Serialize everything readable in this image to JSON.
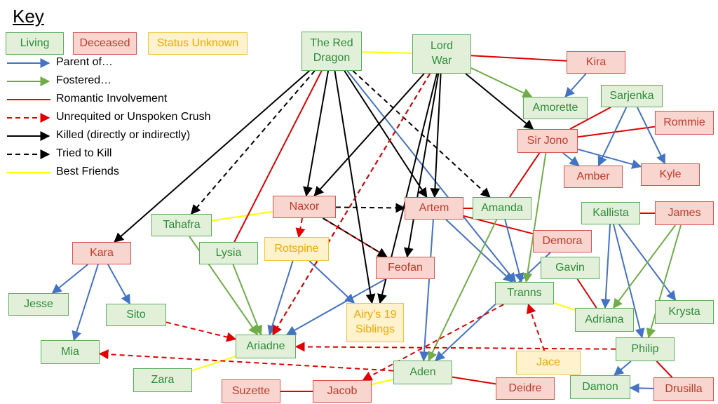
{
  "key": {
    "title": "Key",
    "status": {
      "living": "Living",
      "deceased": "Deceased",
      "unknown": "Status Unknown"
    },
    "legend": [
      {
        "id": "parent",
        "label": "Parent of…",
        "color": "#4472c4",
        "dashed": false,
        "arrow": true
      },
      {
        "id": "foster",
        "label": "Fostered…",
        "color": "#70ad47",
        "dashed": false,
        "arrow": true
      },
      {
        "id": "romance",
        "label": "Romantic Involvement",
        "color": "#e00000",
        "dashed": false,
        "arrow": false
      },
      {
        "id": "crush",
        "label": "Unrequited or Unspoken Crush",
        "color": "#e00000",
        "dashed": true,
        "arrow": true
      },
      {
        "id": "killed",
        "label": "Killed (directly or indirectly)",
        "color": "#000000",
        "dashed": false,
        "arrow": true
      },
      {
        "id": "tried",
        "label": "Tried to Kill",
        "color": "#000000",
        "dashed": true,
        "arrow": true
      },
      {
        "id": "friends",
        "label": "Best Friends",
        "color": "#ffff00",
        "dashed": false,
        "arrow": false
      }
    ]
  },
  "nodes": {
    "reddragon": {
      "lines": [
        "The Red",
        "Dragon"
      ],
      "status": "living"
    },
    "lordwar": {
      "lines": [
        "Lord",
        "War"
      ],
      "status": "living"
    },
    "kira": {
      "lines": [
        "Kira"
      ],
      "status": "deceased"
    },
    "amorette": {
      "lines": [
        "Amorette"
      ],
      "status": "living"
    },
    "sarjenka": {
      "lines": [
        "Sarjenka"
      ],
      "status": "living"
    },
    "rommie": {
      "lines": [
        "Rommie"
      ],
      "status": "deceased"
    },
    "sirjono": {
      "lines": [
        "Sir Jono"
      ],
      "status": "deceased"
    },
    "amber": {
      "lines": [
        "Amber"
      ],
      "status": "deceased"
    },
    "kyle": {
      "lines": [
        "Kyle"
      ],
      "status": "deceased"
    },
    "naxor": {
      "lines": [
        "Naxor"
      ],
      "status": "deceased"
    },
    "artem": {
      "lines": [
        "Artem"
      ],
      "status": "deceased"
    },
    "amanda": {
      "lines": [
        "Amanda"
      ],
      "status": "living"
    },
    "tahafra": {
      "lines": [
        "Tahafra"
      ],
      "status": "living"
    },
    "kallista": {
      "lines": [
        "Kallista"
      ],
      "status": "living"
    },
    "james": {
      "lines": [
        "James"
      ],
      "status": "deceased"
    },
    "kara": {
      "lines": [
        "Kara"
      ],
      "status": "deceased"
    },
    "lysia": {
      "lines": [
        "Lysia"
      ],
      "status": "living"
    },
    "rotspine": {
      "lines": [
        "Rotspine"
      ],
      "status": "unknown"
    },
    "demora": {
      "lines": [
        "Demora"
      ],
      "status": "deceased"
    },
    "feofan": {
      "lines": [
        "Feofan"
      ],
      "status": "deceased"
    },
    "gavin": {
      "lines": [
        "Gavin"
      ],
      "status": "living"
    },
    "tranns": {
      "lines": [
        "Tranns"
      ],
      "status": "living"
    },
    "jesse": {
      "lines": [
        "Jesse"
      ],
      "status": "living"
    },
    "sito": {
      "lines": [
        "Sito"
      ],
      "status": "living"
    },
    "airy": {
      "lines": [
        "Airy’s 19",
        "Siblings"
      ],
      "status": "unknown"
    },
    "adriana": {
      "lines": [
        "Adriana"
      ],
      "status": "living"
    },
    "krysta": {
      "lines": [
        "Krysta"
      ],
      "status": "living"
    },
    "mia": {
      "lines": [
        "Mia"
      ],
      "status": "living"
    },
    "ariadne": {
      "lines": [
        "Ariadne"
      ],
      "status": "living"
    },
    "philip": {
      "lines": [
        "Philip"
      ],
      "status": "living"
    },
    "jace": {
      "lines": [
        "Jace"
      ],
      "status": "unknown"
    },
    "zara": {
      "lines": [
        "Zara"
      ],
      "status": "living"
    },
    "aden": {
      "lines": [
        "Aden"
      ],
      "status": "living"
    },
    "damon": {
      "lines": [
        "Damon"
      ],
      "status": "living"
    },
    "suzette": {
      "lines": [
        "Suzette"
      ],
      "status": "deceased"
    },
    "jacob": {
      "lines": [
        "Jacob"
      ],
      "status": "deceased"
    },
    "deidre": {
      "lines": [
        "Deidre"
      ],
      "status": "deceased"
    },
    "drusilla": {
      "lines": [
        "Drusilla"
      ],
      "status": "deceased"
    }
  },
  "edges": [
    {
      "from": "reddragon",
      "to": "lordwar",
      "type": "friends"
    },
    {
      "from": "tahafra",
      "to": "naxor",
      "type": "friends"
    },
    {
      "from": "tranns",
      "to": "adriana",
      "type": "friends"
    },
    {
      "from": "zara",
      "to": "ariadne",
      "type": "friends"
    },
    {
      "from": "jacob",
      "to": "aden",
      "type": "friends"
    },
    {
      "from": "lordwar",
      "to": "kira",
      "type": "romance"
    },
    {
      "from": "sirjono",
      "to": "sarjenka",
      "type": "romance"
    },
    {
      "from": "sirjono",
      "to": "rommie",
      "type": "romance"
    },
    {
      "from": "sirjono",
      "to": "amanda",
      "type": "romance"
    },
    {
      "from": "naxor",
      "to": "feofan",
      "type": "romance"
    },
    {
      "from": "reddragon",
      "to": "lysia",
      "type": "romance"
    },
    {
      "from": "artem",
      "to": "amanda",
      "type": "romance"
    },
    {
      "from": "artem",
      "to": "demora",
      "type": "romance"
    },
    {
      "from": "kallista",
      "to": "james",
      "type": "romance"
    },
    {
      "from": "gavin",
      "to": "adriana",
      "type": "romance"
    },
    {
      "from": "suzette",
      "to": "jacob",
      "type": "romance"
    },
    {
      "from": "aden",
      "to": "deidre",
      "type": "romance"
    },
    {
      "from": "philip",
      "to": "drusilla",
      "type": "romance"
    },
    {
      "from": "kira",
      "to": "amorette",
      "type": "parent"
    },
    {
      "from": "sarjenka",
      "to": "amber",
      "type": "parent"
    },
    {
      "from": "sarjenka",
      "to": "kyle",
      "type": "parent"
    },
    {
      "from": "sirjono",
      "to": "amber",
      "type": "parent"
    },
    {
      "from": "sirjono",
      "to": "kyle",
      "type": "parent"
    },
    {
      "from": "kara",
      "to": "jesse",
      "type": "parent"
    },
    {
      "from": "kara",
      "to": "mia",
      "type": "parent"
    },
    {
      "from": "kara",
      "to": "sito",
      "type": "parent"
    },
    {
      "from": "reddragon",
      "to": "tranns",
      "type": "parent"
    },
    {
      "from": "rotspine",
      "to": "airy",
      "type": "parent"
    },
    {
      "from": "rotspine",
      "to": "ariadne",
      "type": "parent"
    },
    {
      "from": "feofan",
      "to": "ariadne",
      "type": "parent"
    },
    {
      "from": "artem",
      "to": "aden",
      "type": "parent"
    },
    {
      "from": "artem",
      "to": "tranns",
      "type": "parent"
    },
    {
      "from": "amanda",
      "to": "tranns",
      "type": "parent"
    },
    {
      "from": "demora",
      "to": "aden",
      "type": "parent"
    },
    {
      "from": "kallista",
      "to": "adriana",
      "type": "parent"
    },
    {
      "from": "kallista",
      "to": "krysta",
      "type": "parent"
    },
    {
      "from": "kallista",
      "to": "philip",
      "type": "parent"
    },
    {
      "from": "philip",
      "to": "damon",
      "type": "parent"
    },
    {
      "from": "drusilla",
      "to": "damon",
      "type": "parent"
    },
    {
      "from": "lordwar",
      "to": "amorette",
      "type": "foster"
    },
    {
      "from": "sirjono",
      "to": "tranns",
      "type": "foster"
    },
    {
      "from": "tahafra",
      "to": "ariadne",
      "type": "foster"
    },
    {
      "from": "lysia",
      "to": "ariadne",
      "type": "foster"
    },
    {
      "from": "amanda",
      "to": "aden",
      "type": "foster"
    },
    {
      "from": "james",
      "to": "adriana",
      "type": "foster"
    },
    {
      "from": "james",
      "to": "philip",
      "type": "foster"
    },
    {
      "from": "reddragon",
      "to": "kara",
      "type": "killed"
    },
    {
      "from": "reddragon",
      "to": "naxor",
      "type": "killed"
    },
    {
      "from": "reddragon",
      "to": "artem",
      "type": "killed"
    },
    {
      "from": "lordwar",
      "to": "sirjono",
      "type": "killed"
    },
    {
      "from": "lordwar",
      "to": "naxor",
      "type": "killed"
    },
    {
      "from": "lordwar",
      "to": "artem",
      "type": "killed"
    },
    {
      "from": "lordwar",
      "to": "feofan",
      "type": "killed"
    },
    {
      "from": "lordwar",
      "to": "airy",
      "type": "killed"
    },
    {
      "from": "reddragon",
      "to": "airy",
      "type": "killed"
    },
    {
      "from": "reddragon",
      "to": "tahafra",
      "type": "tried"
    },
    {
      "from": "reddragon",
      "to": "amanda",
      "type": "tried"
    },
    {
      "from": "lordwar",
      "to": "ariadne",
      "type": "tried"
    },
    {
      "from": "naxor",
      "to": "artem",
      "type": "tried"
    },
    {
      "from": "naxor",
      "to": "feofan",
      "type": "tried"
    },
    {
      "from": "naxor",
      "to": "rotspine",
      "type": "crush"
    },
    {
      "from": "lordwar",
      "to": "ariadne",
      "type": "crush"
    },
    {
      "from": "sito",
      "to": "ariadne",
      "type": "crush"
    },
    {
      "from": "aden",
      "to": "mia",
      "type": "crush"
    },
    {
      "from": "philip",
      "to": "ariadne",
      "type": "crush"
    },
    {
      "from": "jace",
      "to": "tranns",
      "type": "crush"
    },
    {
      "from": "tranns",
      "to": "jacob",
      "type": "crush"
    }
  ]
}
